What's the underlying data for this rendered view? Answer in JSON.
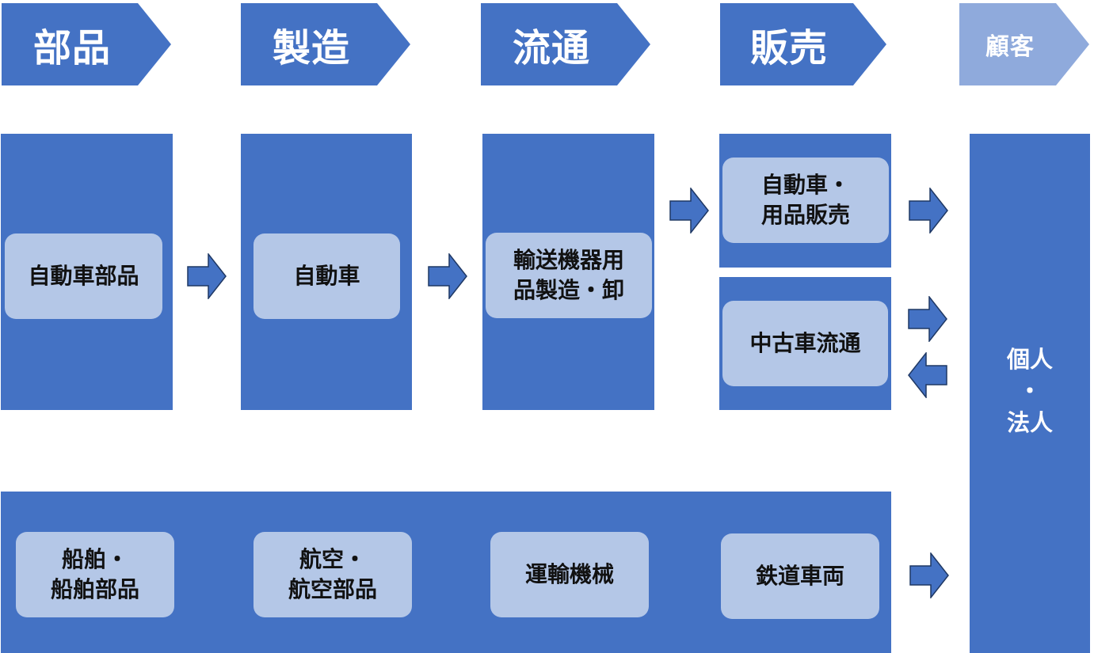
{
  "stages": [
    {
      "label": "部品",
      "color": "#4472c4"
    },
    {
      "label": "製造",
      "color": "#4472c4"
    },
    {
      "label": "流通",
      "color": "#4472c4"
    },
    {
      "label": "販売",
      "color": "#4472c4"
    },
    {
      "label": "顧客",
      "color": "#8faadc"
    }
  ],
  "boxes": {
    "auto_parts": "自動車部品",
    "automobile": "自動車",
    "transport_wholesale": "輸送機器用\n品製造・卸",
    "auto_goods_sales": "自動車・\n用品販売",
    "used_car": "中古車流通",
    "ships": "船舶・\n船舶部品",
    "aviation": "航空・\n航空部品",
    "transport_machinery": "運輸機械",
    "railway": "鉄道車両"
  },
  "customer": "個人\n・\n法人",
  "colors": {
    "panel": "#4472c4",
    "box": "#b4c7e7",
    "arrow_fill": "#4472c4",
    "arrow_stroke": "#1f3864",
    "customer_header": "#8faadc"
  }
}
